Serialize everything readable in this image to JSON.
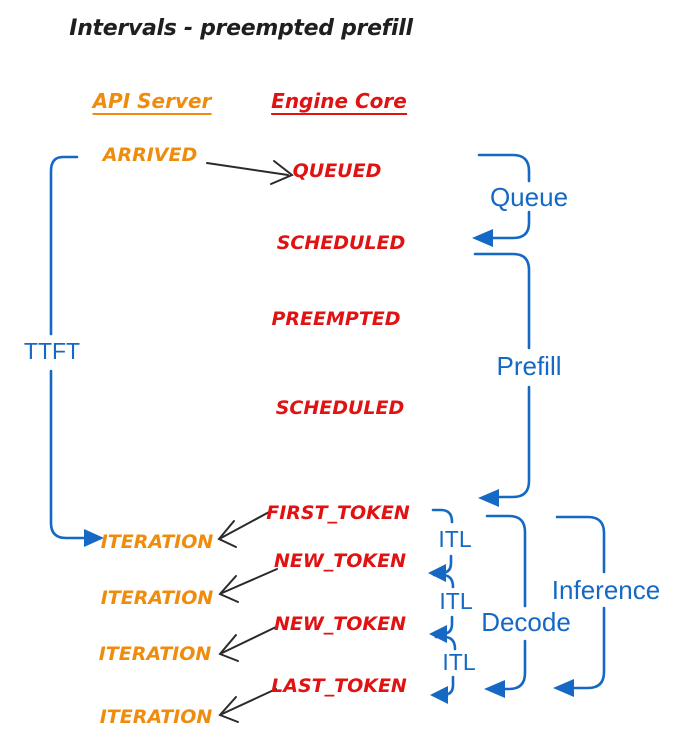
{
  "title": "Intervals - preempted prefill",
  "columns": {
    "api_server": "API Server",
    "engine_core": "Engine Core"
  },
  "api_events": {
    "arrived": "ARRIVED",
    "iteration1": "ITERATION",
    "iteration2": "ITERATION",
    "iteration3": "ITERATION",
    "iteration4": "ITERATION"
  },
  "core_events": {
    "queued": "QUEUED",
    "scheduled1": "SCHEDULED",
    "preempted": "PREEMPTED",
    "scheduled2": "SCHEDULED",
    "first_token": "FIRST_TOKEN",
    "new_token1": "NEW_TOKEN",
    "new_token2": "NEW_TOKEN",
    "last_token": "LAST_TOKEN"
  },
  "intervals": {
    "ttft": "TTFT",
    "queue": "Queue",
    "prefill": "Prefill",
    "itl1": "ITL",
    "itl2": "ITL",
    "itl3": "ITL",
    "decode": "Decode",
    "inference": "Inference"
  },
  "colors": {
    "api_server_orange": "#f08c0d",
    "engine_core_red": "#e01212",
    "interval_blue": "#1569c4",
    "arrow_black": "#2b2b2b",
    "background": "#ffffff"
  }
}
